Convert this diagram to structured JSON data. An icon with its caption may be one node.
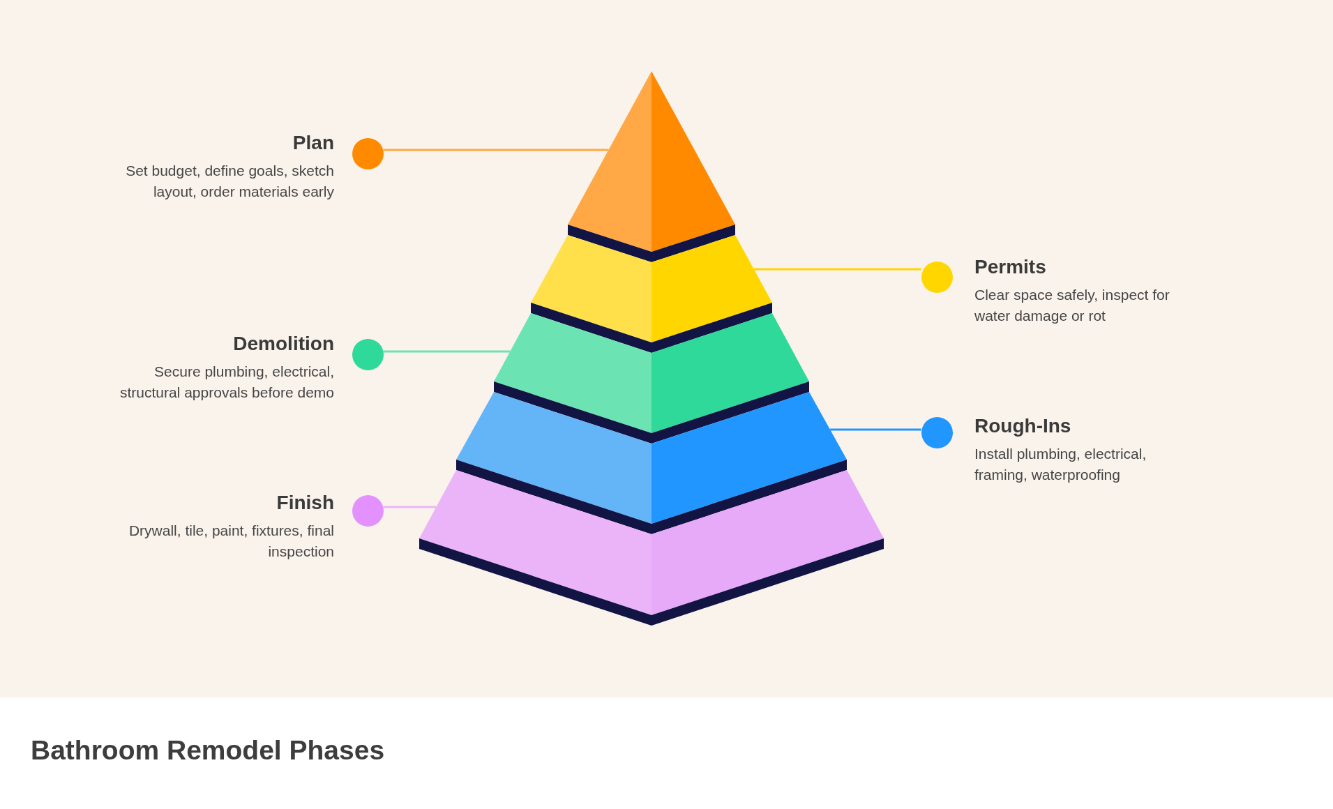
{
  "diagram": {
    "title": "Bathroom Remodel Phases",
    "nodes": [
      {
        "text": [],
        "shape": "triangle"
      },
      {
        "text": [],
        "shape": "trapezoid"
      },
      {
        "text": [],
        "shape": "trapezoid"
      },
      {
        "text": [],
        "shape": "trapezoid"
      },
      {
        "text": [],
        "shape": "trapezoid"
      },
      {
        "text": [
          "Plan",
          "Set budget, define goals, sketch layout, order materials early"
        ]
      },
      {
        "text": [
          "Permits",
          "Clear space safely, inspect for water damage or rot"
        ]
      },
      {
        "text": [
          "Demolition",
          "Secure plumbing, electrical, structural approvals before demo"
        ]
      },
      {
        "text": [
          "Rough-Ins",
          "Install plumbing, electrical, framing, waterproofing"
        ]
      },
      {
        "text": [
          "Finish",
          "Drywall, tile, paint, fixtures, final inspection"
        ]
      }
    ],
    "edges": [
      {
        "from": 5,
        "to": 0,
        "arrow": "none",
        "color": "#ffa940"
      },
      {
        "from": 6,
        "to": 1,
        "arrow": "none",
        "color": "#ffd600"
      },
      {
        "from": 7,
        "to": 2,
        "arrow": "none",
        "color": "#6be3b3"
      },
      {
        "from": 8,
        "to": 3,
        "arrow": "none",
        "color": "#2196ff"
      },
      {
        "from": 9,
        "to": 4,
        "arrow": "none",
        "color": "#ebb4f8"
      }
    ]
  }
}
